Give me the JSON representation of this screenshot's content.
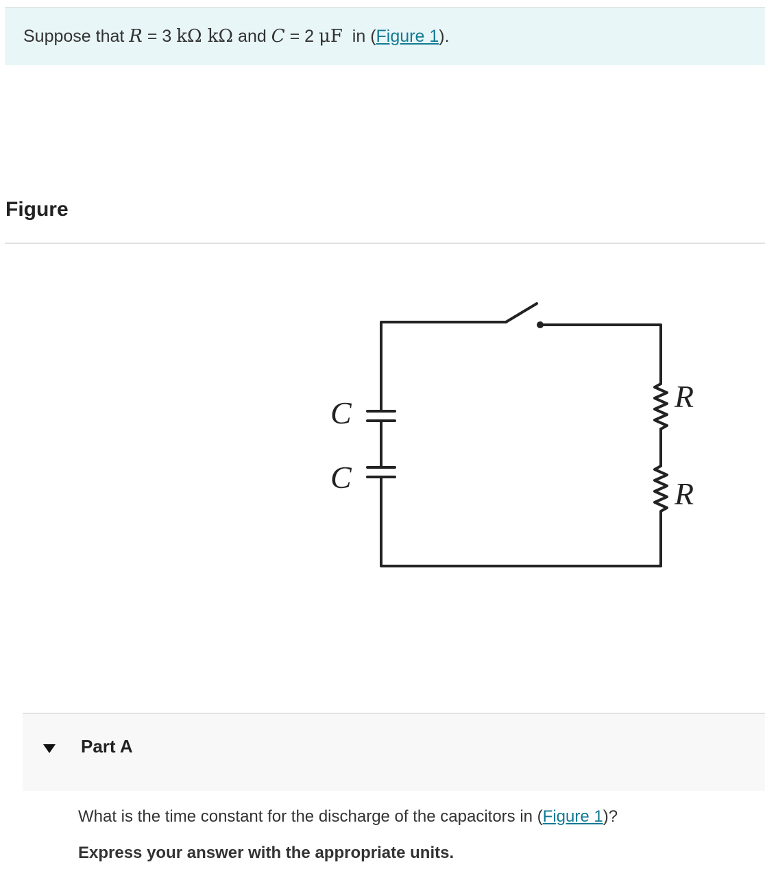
{
  "intro": {
    "prefix": "Suppose that",
    "r_symbol": "R",
    "r_equals": " = 3 ",
    "r_unit": "kΩ kΩ",
    "and": " and ",
    "c_symbol": "C",
    "c_equals": " = 2 ",
    "c_unit": "μF",
    "in_text": "  in (",
    "figure_link": "Figure 1",
    "close": ")."
  },
  "figure": {
    "heading": "Figure",
    "label_c_top": "C",
    "label_c_bottom": "C",
    "label_r_top": "R",
    "label_r_bottom": "R"
  },
  "part_a": {
    "title": "Part A",
    "question_prefix": "What is the time constant for the discharge of the capacitors in (",
    "figure_link": "Figure 1",
    "question_suffix": ")?",
    "instruction": "Express your answer with the appropriate units."
  },
  "colors": {
    "intro_bg": "#e8f6f7",
    "link": "#127a95",
    "panel_bg": "#f8f8f8"
  },
  "icons": {
    "collapse": "triangle-down-icon"
  }
}
